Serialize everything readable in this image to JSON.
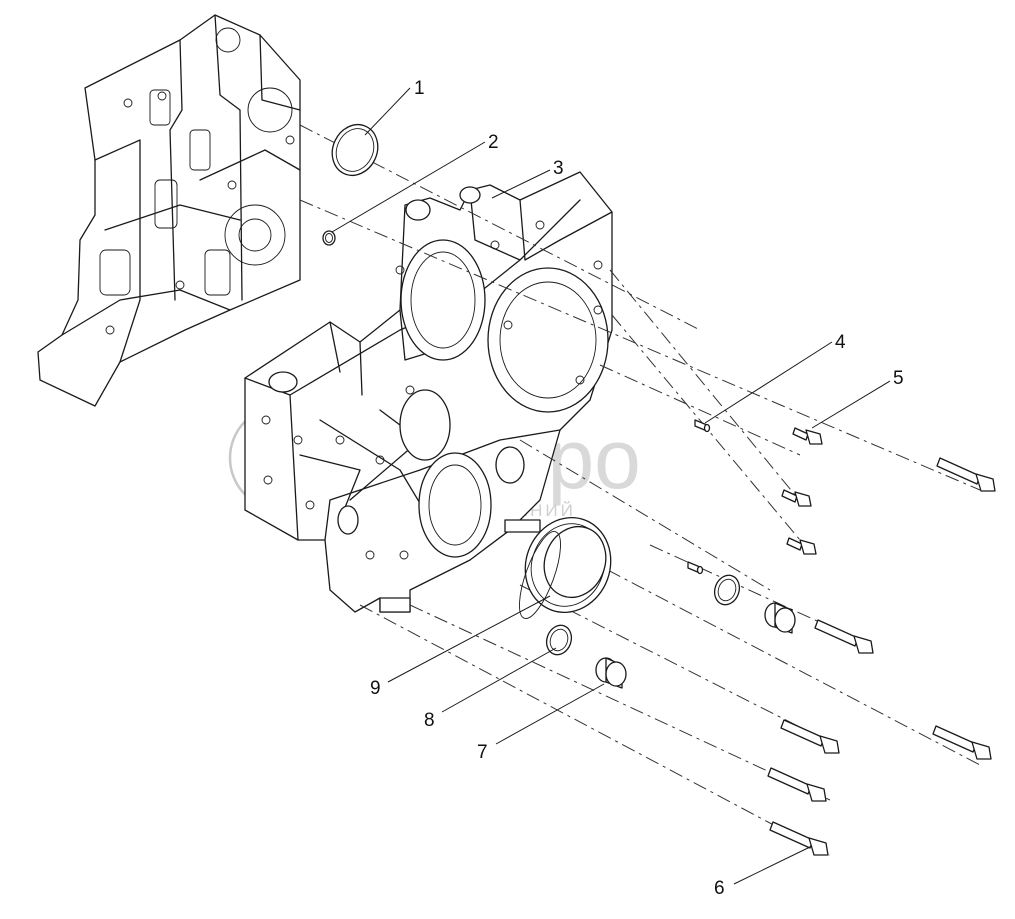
{
  "callouts": [
    {
      "id": "1",
      "label": "1"
    },
    {
      "id": "2",
      "label": "2"
    },
    {
      "id": "3",
      "label": "3"
    },
    {
      "id": "4",
      "label": "4"
    },
    {
      "id": "5",
      "label": "5"
    },
    {
      "id": "6",
      "label": "6"
    },
    {
      "id": "7",
      "label": "7"
    },
    {
      "id": "8",
      "label": "8"
    },
    {
      "id": "9",
      "label": "9"
    }
  ],
  "watermark": {
    "brand": "белагро",
    "subtitle": "ГРУППА КОМПАНИЙ"
  },
  "colors": {
    "line": "#1a1a1a",
    "watermark": "#c8c8c8"
  }
}
